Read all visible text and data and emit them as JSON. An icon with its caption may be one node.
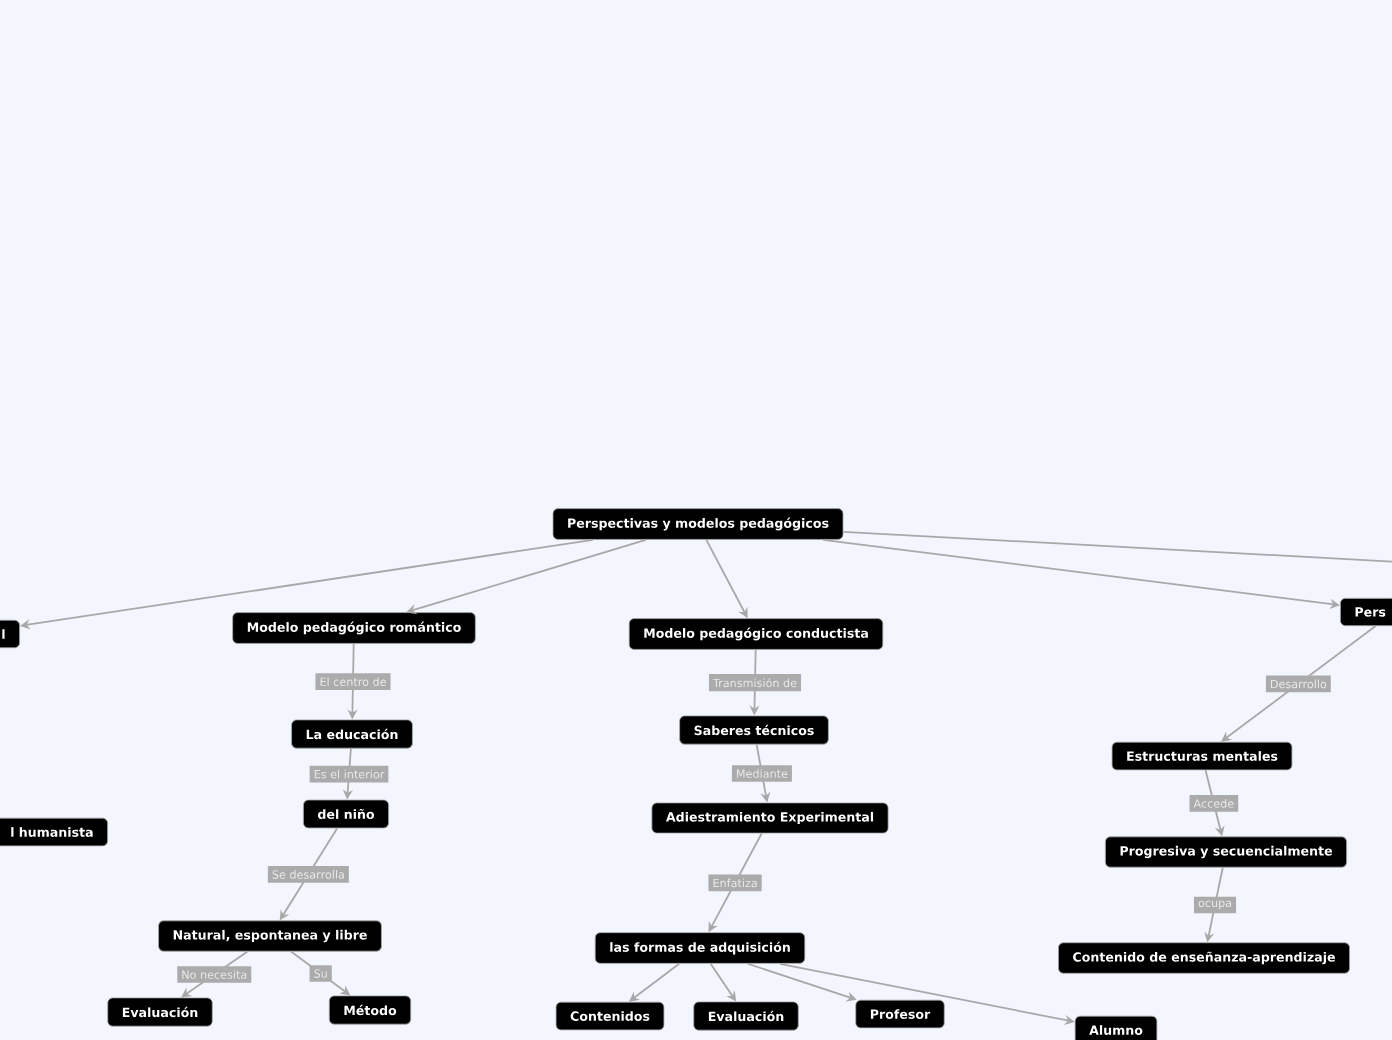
{
  "diagram": {
    "nodes": [
      {
        "text": [
          "Perspectivas y modelos pedagógicos"
        ]
      },
      {
        "text": [
          "l"
        ]
      },
      {
        "text": [
          "Modelo pedagógico romántico"
        ]
      },
      {
        "text": [
          "Modelo pedagógico conductista"
        ]
      },
      {
        "text": [
          "Pers"
        ]
      },
      {
        "text": [
          "La educación"
        ]
      },
      {
        "text": [
          "del niño"
        ]
      },
      {
        "text": [
          "l humanista"
        ]
      },
      {
        "text": [
          "Natural, espontanea y libre"
        ]
      },
      {
        "text": [
          "Evaluación"
        ]
      },
      {
        "text": [
          "Método"
        ]
      },
      {
        "text": [
          "Saberes técnicos"
        ]
      },
      {
        "text": [
          "Adiestramiento Experimental"
        ]
      },
      {
        "text": [
          "las formas de adquisición"
        ]
      },
      {
        "text": [
          "Contenidos"
        ]
      },
      {
        "text": [
          "Evaluación"
        ]
      },
      {
        "text": [
          "Profesor"
        ]
      },
      {
        "text": [
          "Alumno"
        ]
      },
      {
        "text": [
          "Estructuras mentales"
        ]
      },
      {
        "text": [
          "Progresiva y secuencialmente"
        ]
      },
      {
        "text": [
          "Contenido de enseñanza-aprendizaje"
        ]
      }
    ],
    "edges": [
      {
        "from": 0,
        "to": 1,
        "arrow": "to"
      },
      {
        "from": 0,
        "to": 2,
        "arrow": "to"
      },
      {
        "from": 0,
        "to": 3,
        "arrow": "to"
      },
      {
        "from": 0,
        "to": 4,
        "arrow": "to"
      },
      {
        "from": 0,
        "to": null,
        "arrow": "none"
      },
      {
        "from": 2,
        "to": 5,
        "arrow": "to",
        "label": "El centro de"
      },
      {
        "from": 5,
        "to": 6,
        "arrow": "to",
        "label": "Es el interior"
      },
      {
        "from": 6,
        "to": 8,
        "arrow": "to",
        "label": "Se desarrolla"
      },
      {
        "from": 8,
        "to": 9,
        "arrow": "to",
        "label": "No necesita"
      },
      {
        "from": 8,
        "to": 10,
        "arrow": "to",
        "label": "Su"
      },
      {
        "from": 3,
        "to": 11,
        "arrow": "to",
        "label": "Transmisión de"
      },
      {
        "from": 11,
        "to": 12,
        "arrow": "to",
        "label": "Mediante"
      },
      {
        "from": 12,
        "to": 13,
        "arrow": "to",
        "label": "Enfatiza"
      },
      {
        "from": 13,
        "to": 14,
        "arrow": "to"
      },
      {
        "from": 13,
        "to": 15,
        "arrow": "to"
      },
      {
        "from": 13,
        "to": 16,
        "arrow": "to"
      },
      {
        "from": 13,
        "to": 17,
        "arrow": "to"
      },
      {
        "from": 4,
        "to": 18,
        "arrow": "to",
        "label": "Desarrollo"
      },
      {
        "from": 18,
        "to": 19,
        "arrow": "to",
        "label": "Accede"
      },
      {
        "from": 19,
        "to": 20,
        "arrow": "to",
        "label": "ocupa"
      }
    ]
  }
}
